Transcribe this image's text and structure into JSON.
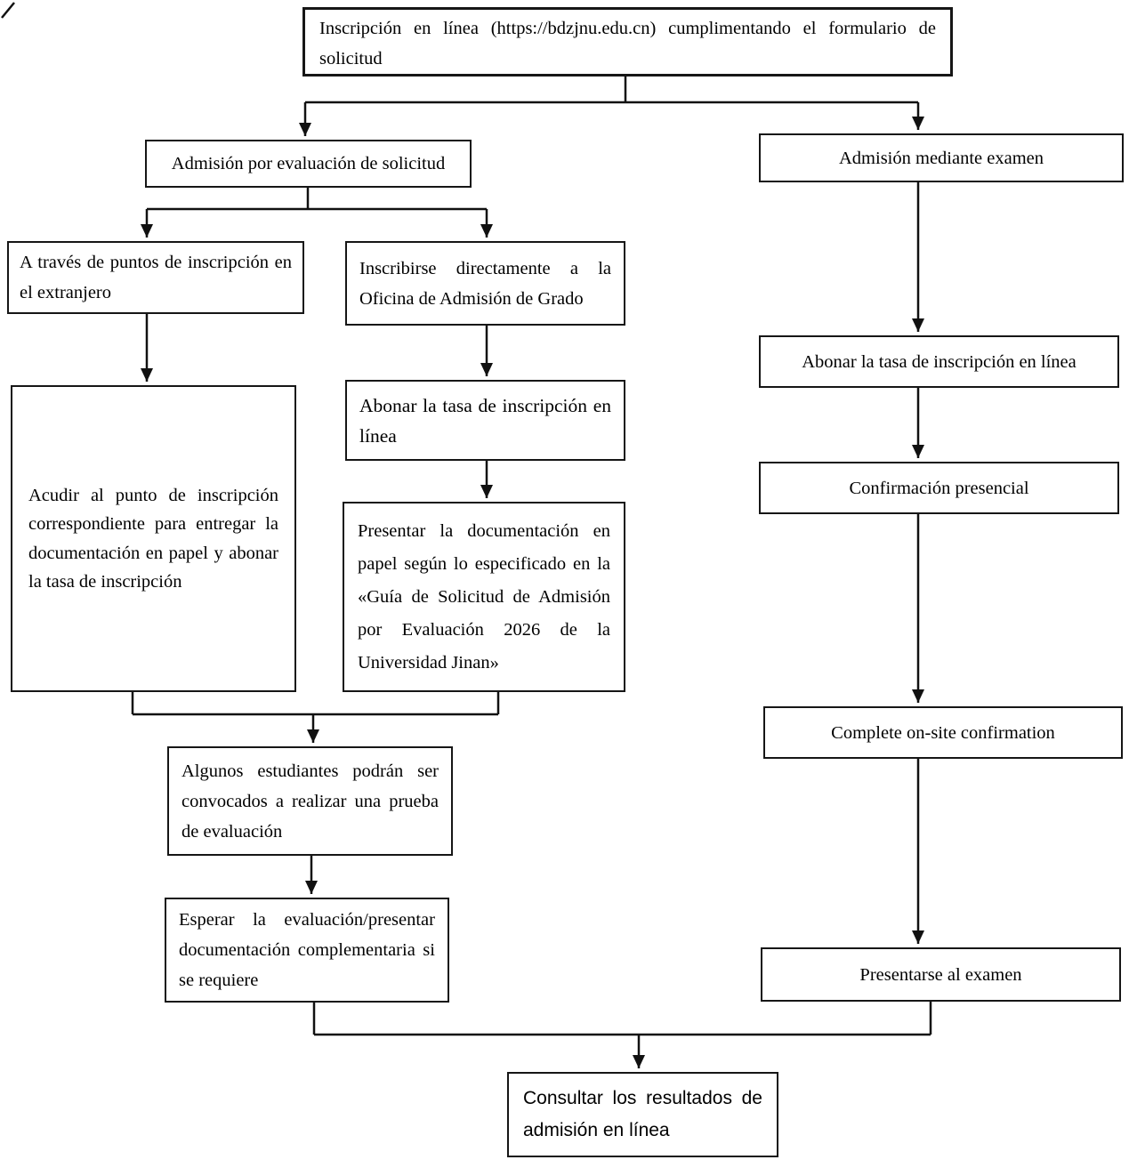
{
  "diagram_type": "flowchart",
  "colors": {
    "background": "#ffffff",
    "border": "#161616",
    "line": "#111111",
    "text": "#000000"
  },
  "nodes": {
    "online_registration": {
      "label": "Inscripción en línea (https://bdzjnu.edu.cn) cumplimentando el formulario de solicitud"
    },
    "eval_admission": {
      "label": "Admisión por evaluación de solicitud"
    },
    "exam_admission": {
      "label": "Admisión mediante examen"
    },
    "overseas_points": {
      "label": "A través de puntos de inscripción en el extranjero"
    },
    "direct_office": {
      "label": "Inscribirse directamente a la Oficina de Admisión de Grado"
    },
    "visit_point": {
      "label": "Acudir al punto de inscripción correspondiente para entregar la documentación en papel y abonar la tasa de inscripción"
    },
    "pay_fee_eval": {
      "label": "Abonar la tasa de inscripción en línea"
    },
    "submit_docs": {
      "label": "Presentar la documentación en papel según lo especificado en la «Guía de Solicitud de Admisión por Evaluación 2026 de la Universidad Jinan»"
    },
    "assessment_test": {
      "label": "Algunos estudiantes podrán ser convocados a realizar una prueba de evaluación"
    },
    "wait_evaluation": {
      "label": "Esperar la evaluación/presentar documentación complementaria si se requiere"
    },
    "pay_fee_exam": {
      "label": "Abonar la tasa de inscripción en línea"
    },
    "onsite_confirmation": {
      "label": "Confirmación presencial"
    },
    "complete_onsite": {
      "label": "Complete on-site confirmation"
    },
    "take_exam": {
      "label": "Presentarse al examen"
    },
    "check_results": {
      "label": "Consultar los resultados de admisión en línea"
    }
  }
}
